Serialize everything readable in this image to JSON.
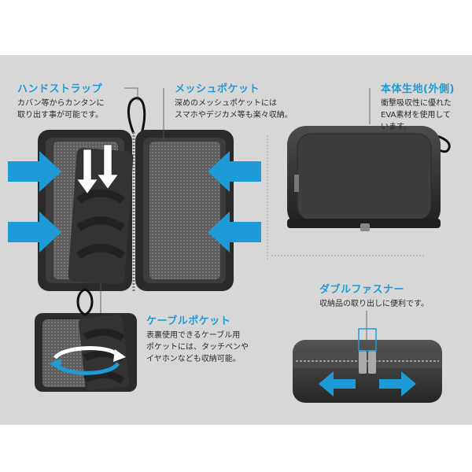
{
  "callouts": {
    "hand_strap": {
      "title": "ハンドストラップ",
      "desc": "カバン等からカンタンに\n取り出す事が可能です。"
    },
    "mesh_pocket": {
      "title": "メッシュポケット",
      "desc": "深めのメッシュポケットには\nスマホやデジカメ等も楽々収納。"
    },
    "body_material": {
      "title": "本体生地(外側)",
      "desc": "衝撃吸収性に優れた\nEVA素材を使用して\nいます。"
    },
    "cable_pocket": {
      "title": "ケーブルポケット",
      "desc": "表裏使用できるケーブル用\nポケットには、タッチペンや\nイヤホンなども収納可能。"
    },
    "double_fastener": {
      "title": "ダブルファスナー",
      "desc": "収納品の取り出しに便利です。"
    }
  },
  "colors": {
    "panel_bg": "#d7d7d7",
    "accent": "#1e9bd7",
    "case_dark": "#2e2e2e",
    "case_mid": "#4a4a4a",
    "mesh": "#6f6f6f"
  }
}
